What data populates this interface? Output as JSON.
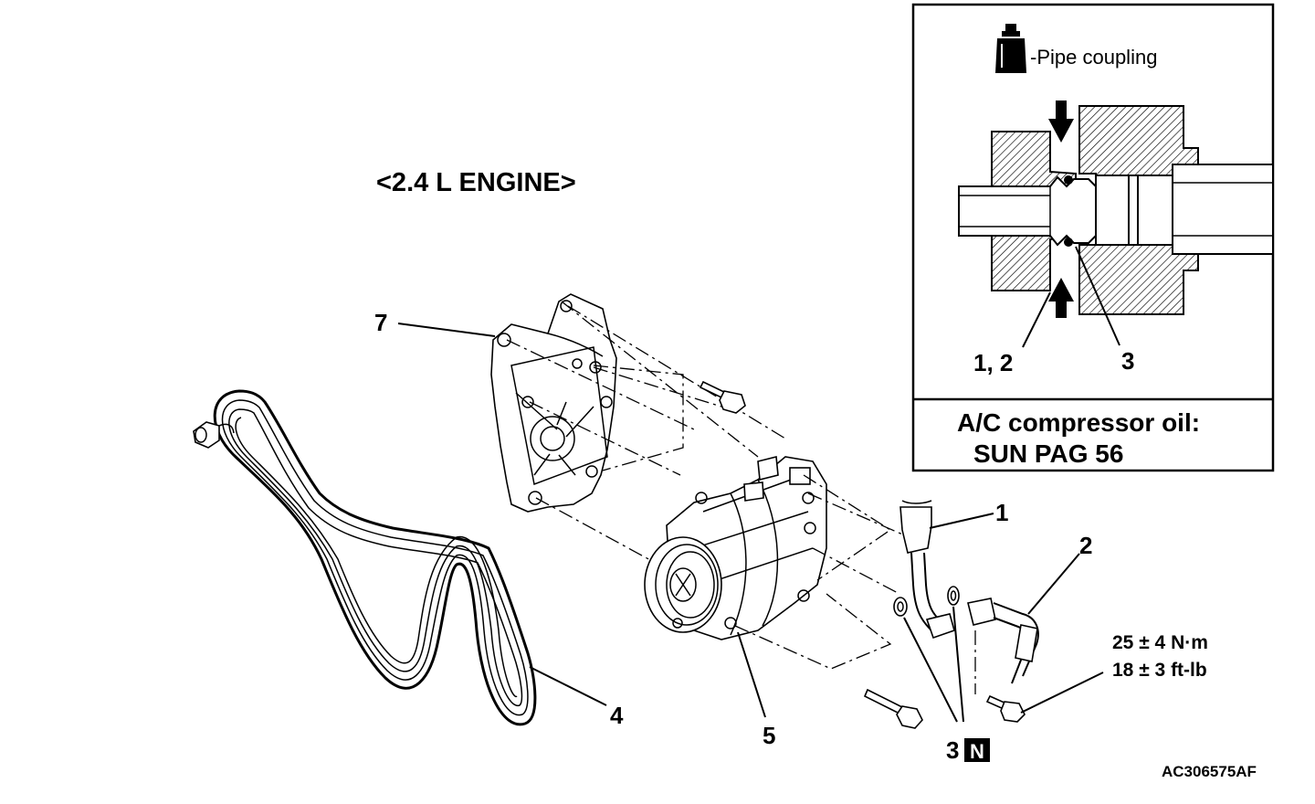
{
  "engine_label": "<2.4 L ENGINE>",
  "callouts": {
    "c1": "1",
    "c2": "2",
    "c3": "3",
    "c4": "4",
    "c5": "5",
    "c7": "7",
    "n_badge": "N"
  },
  "torque": {
    "metric": "25 ± 4 N·m",
    "imperial": "18 ± 3 ft-lb"
  },
  "inset": {
    "legend": "-Pipe coupling",
    "label_12": "1, 2",
    "label_3": "3",
    "oil_title": "A/C compressor oil:",
    "oil_name": "SUN PAG 56"
  },
  "figure_id": "AC306575AF",
  "icons": [
    "oil-can-icon",
    "arrow-down-icon",
    "arrow-up-icon"
  ]
}
